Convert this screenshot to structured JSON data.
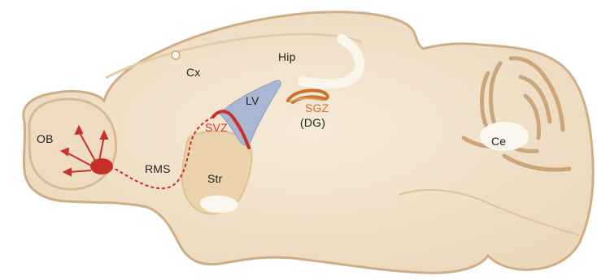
{
  "labels": {
    "ob": "OB",
    "rms": "RMS",
    "cx": "Cx",
    "hip": "Hip",
    "lv": "LV",
    "sgz": "SGZ",
    "dg": "(DG)",
    "svz": "SVZ",
    "str": "Str",
    "ce": "Ce"
  },
  "colors": {
    "tissue": "#f1e1c9",
    "tissue_edge": "#d3b48e",
    "tissue_dark": "#c9a477",
    "ventricle": "#a9b7d3",
    "stream_red": "#c9302a",
    "sgz_orange": "#c8742a"
  }
}
